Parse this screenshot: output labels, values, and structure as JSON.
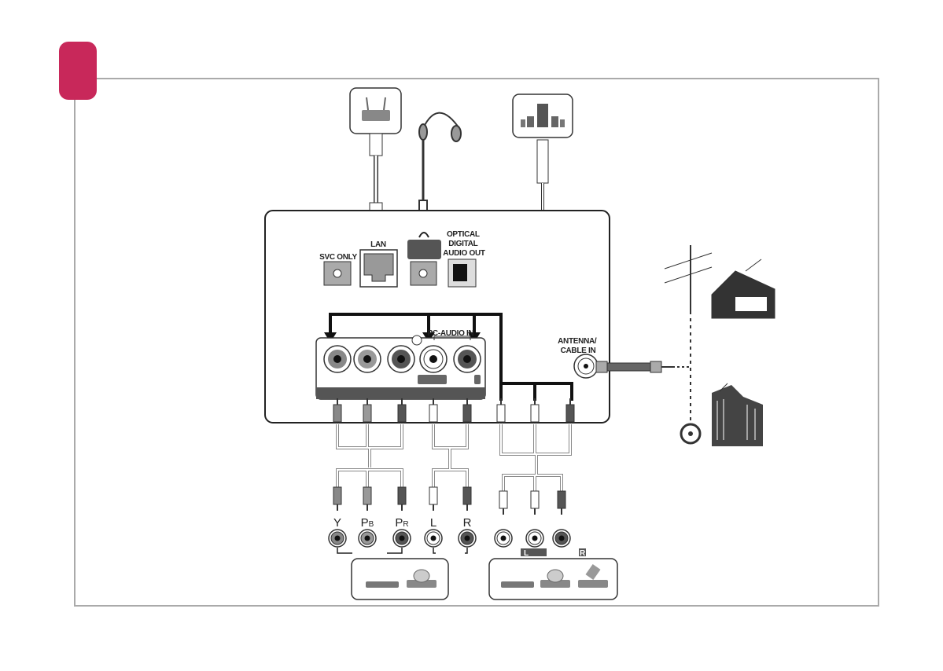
{
  "badge": {
    "color": "#c8285a"
  },
  "ports": {
    "svc_only": "SVC ONLY",
    "lan": "LAN",
    "optical": [
      "OPTICAL",
      "DIGITAL",
      "AUDIO OUT"
    ],
    "pc_audio_in": "PC-AUDIO IN",
    "antenna": [
      "ANTENNA/",
      "CABLE IN"
    ]
  },
  "component_labels": {
    "y": "Y",
    "pb": {
      "main": "P",
      "sub": "B"
    },
    "pr": {
      "main": "P",
      "sub": "R"
    },
    "l": "L",
    "r": "R"
  },
  "av_labels": {
    "l": "L",
    "r": "R"
  },
  "devices": {
    "top": [
      "router-icon",
      "headphones-icon",
      "speaker-system-icon"
    ],
    "bottom_left": [
      "dvd-player-icon",
      "disc-player-icon"
    ],
    "bottom_right": [
      "vcr-icon",
      "disc-player-icon",
      "camcorder-icon"
    ],
    "antenna": [
      "house-antenna-icon",
      "building-antenna-icon",
      "coax-wall-outlet-icon"
    ]
  }
}
